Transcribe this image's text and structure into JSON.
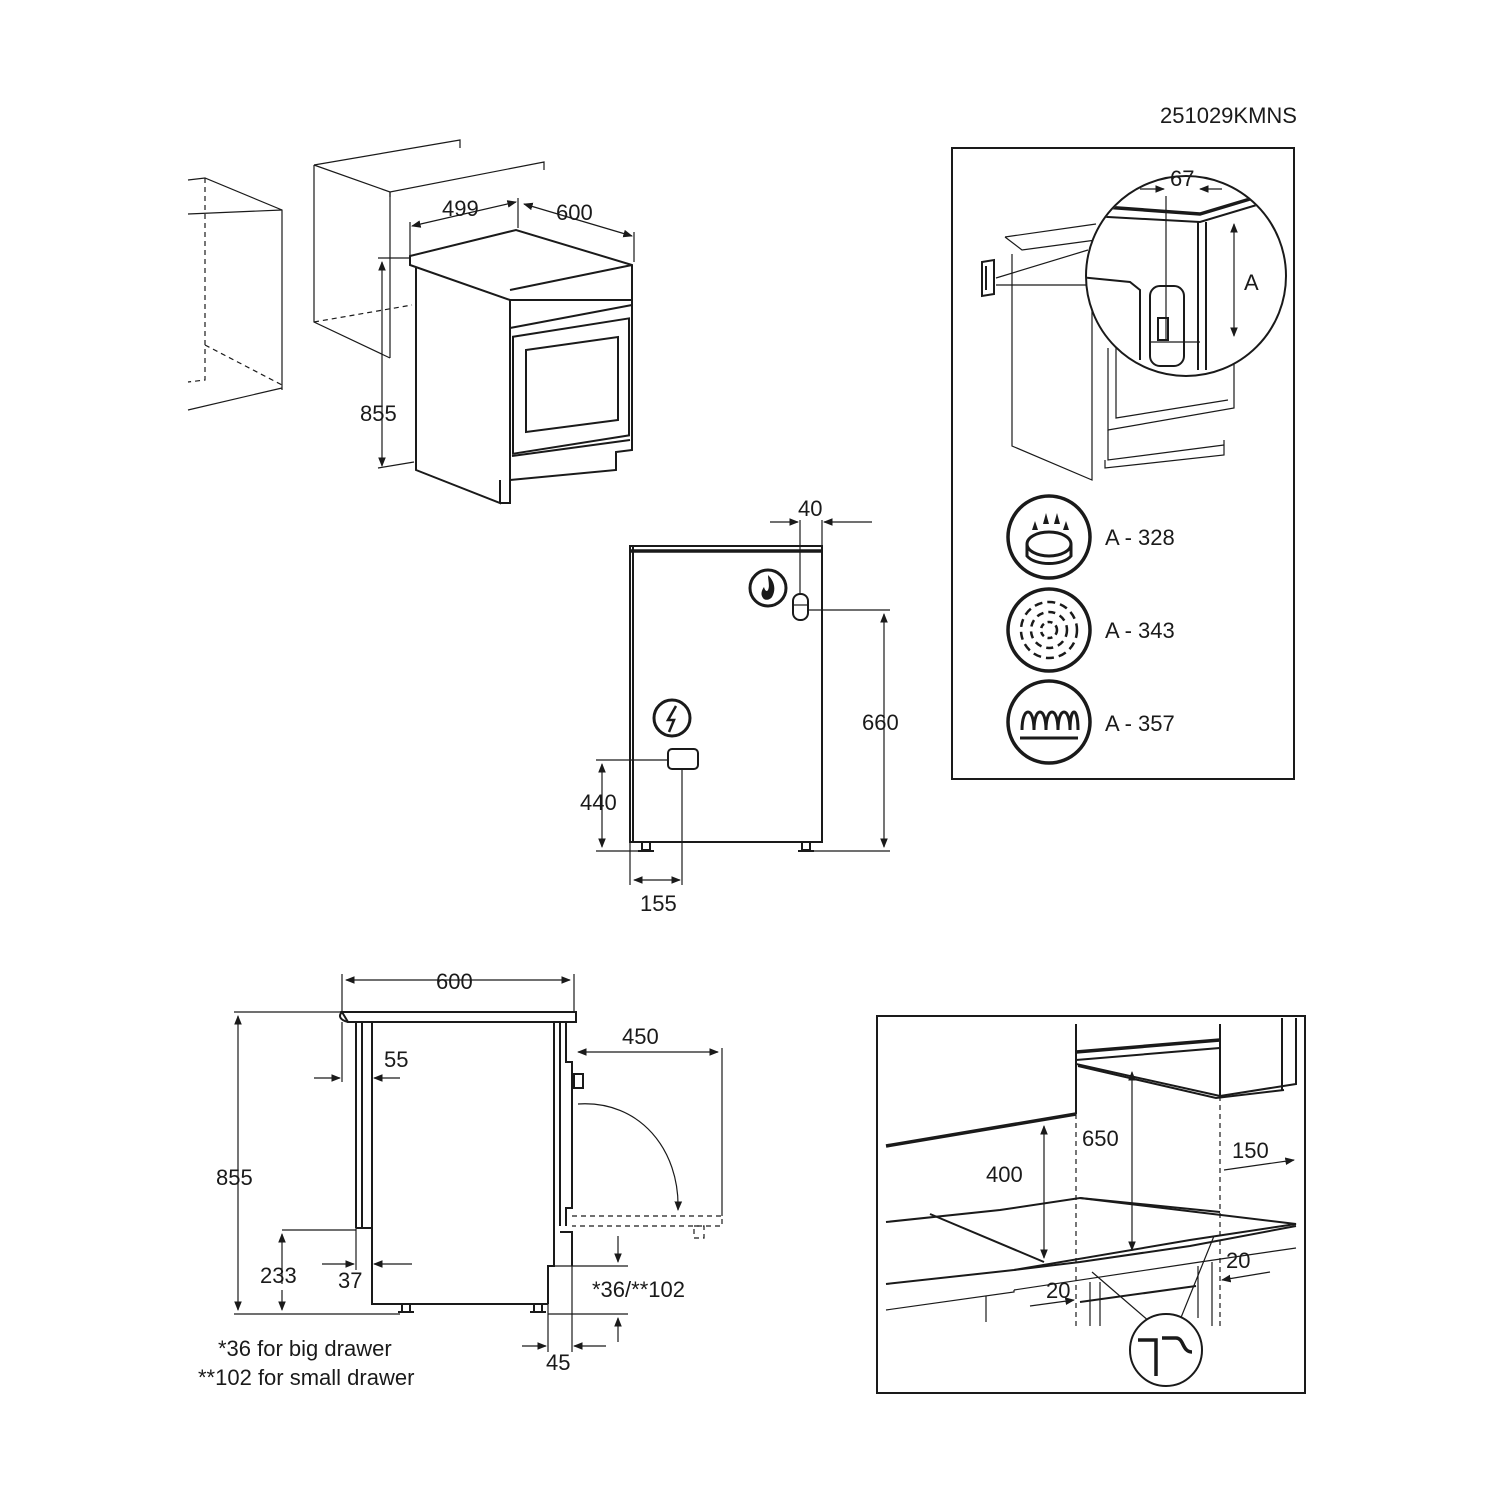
{
  "document": {
    "code": "251029KMNS"
  },
  "view_perspective": {
    "depth_label": "499",
    "width_label": "600",
    "height_label": "855"
  },
  "view_rear": {
    "side_offset_label": "40",
    "gas_height_label": "660",
    "electric_height_label": "440",
    "electric_side_label": "155",
    "gas_icon": "flame-icon",
    "electric_icon": "lightning-icon"
  },
  "view_anti_tilt": {
    "offset_label": "67",
    "dimension_label": "A",
    "options": [
      {
        "icon": "gas-burner-icon",
        "label": "A - 328"
      },
      {
        "icon": "ceramic-hob-icon",
        "label": "A - 343"
      },
      {
        "icon": "coil-plate-icon",
        "label": "A - 357"
      }
    ]
  },
  "view_side": {
    "width_label": "600",
    "door_open_label": "450",
    "back_gap_label": "55",
    "height_label": "855",
    "socket_height_label": "233",
    "socket_depth_label": "37",
    "drawer_label": "*36/**102",
    "feet_label": "45",
    "notes": [
      "*36 for big drawer",
      "**102 for small drawer"
    ]
  },
  "view_installation": {
    "hood_label": "650",
    "wall_label": "400",
    "side_label": "150",
    "gap_left_label": "20",
    "gap_right_label": "20"
  }
}
